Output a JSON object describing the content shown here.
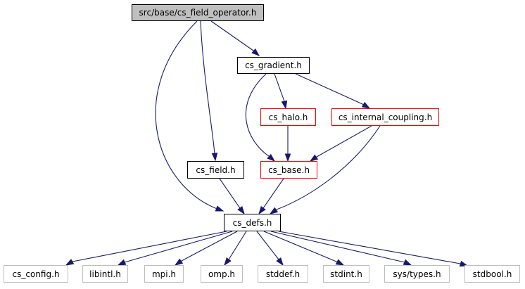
{
  "diagram": {
    "nodes": [
      {
        "id": "root",
        "label": "src/base/cs_field_operator.h",
        "style": "root"
      },
      {
        "id": "gradient",
        "label": "cs_gradient.h",
        "style": "black"
      },
      {
        "id": "halo",
        "label": "cs_halo.h",
        "style": "red"
      },
      {
        "id": "internal_coupling",
        "label": "cs_internal_coupling.h",
        "style": "red"
      },
      {
        "id": "field",
        "label": "cs_field.h",
        "style": "black"
      },
      {
        "id": "base",
        "label": "cs_base.h",
        "style": "red"
      },
      {
        "id": "defs",
        "label": "cs_defs.h",
        "style": "black"
      },
      {
        "id": "config",
        "label": "cs_config.h",
        "style": "gray"
      },
      {
        "id": "libintl",
        "label": "libintl.h",
        "style": "gray"
      },
      {
        "id": "mpi",
        "label": "mpi.h",
        "style": "gray"
      },
      {
        "id": "omp",
        "label": "omp.h",
        "style": "gray"
      },
      {
        "id": "stddef",
        "label": "stddef.h",
        "style": "gray"
      },
      {
        "id": "stdint",
        "label": "stdint.h",
        "style": "gray"
      },
      {
        "id": "systypes",
        "label": "sys/types.h",
        "style": "gray"
      },
      {
        "id": "stdbool",
        "label": "stdbool.h",
        "style": "gray"
      }
    ],
    "edges": [
      {
        "from": "root",
        "to": "gradient"
      },
      {
        "from": "root",
        "to": "field"
      },
      {
        "from": "root",
        "to": "defs"
      },
      {
        "from": "gradient",
        "to": "halo"
      },
      {
        "from": "gradient",
        "to": "internal_coupling"
      },
      {
        "from": "gradient",
        "to": "base"
      },
      {
        "from": "halo",
        "to": "base"
      },
      {
        "from": "internal_coupling",
        "to": "base"
      },
      {
        "from": "internal_coupling",
        "to": "defs"
      },
      {
        "from": "field",
        "to": "defs"
      },
      {
        "from": "base",
        "to": "defs"
      },
      {
        "from": "defs",
        "to": "config"
      },
      {
        "from": "defs",
        "to": "libintl"
      },
      {
        "from": "defs",
        "to": "mpi"
      },
      {
        "from": "defs",
        "to": "omp"
      },
      {
        "from": "defs",
        "to": "stddef"
      },
      {
        "from": "defs",
        "to": "stdint"
      },
      {
        "from": "defs",
        "to": "systypes"
      },
      {
        "from": "defs",
        "to": "stdbool"
      }
    ],
    "colors": {
      "edge": "#191970",
      "root_fill": "#bfbfbf",
      "red_border": "#ff0000",
      "gray_border": "#bfbfbf"
    }
  }
}
